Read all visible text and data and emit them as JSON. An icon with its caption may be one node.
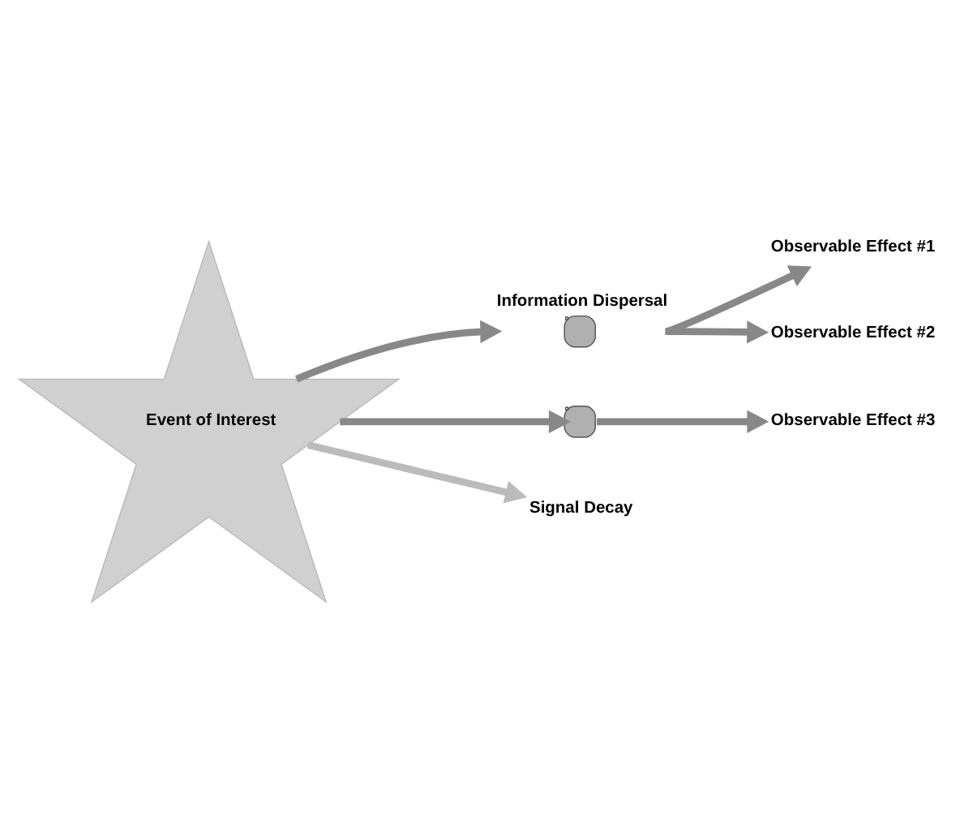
{
  "diagram": {
    "nodes": [
      {
        "text": [
          "Event of Interest"
        ]
      },
      {
        "text": [
          "Information Dispersal"
        ]
      },
      {
        "text": [],
        "shape": "circle"
      },
      {
        "text": [
          "Observable Effect #1"
        ]
      },
      {
        "text": [
          "Observable Effect #2"
        ]
      },
      {
        "text": [
          "Observable Effect #3"
        ]
      },
      {
        "text": [
          "Signal Decay"
        ]
      }
    ],
    "edges": [
      {
        "from": 0,
        "to": 1,
        "arrow": "to"
      },
      {
        "from": 0,
        "to": 6,
        "arrow": "to",
        "color": "#bbbbbb"
      },
      {
        "from": 0,
        "to": 2,
        "arrow": "to"
      },
      {
        "from": 1,
        "to": 3,
        "arrow": "to"
      },
      {
        "from": 1,
        "to": 4,
        "arrow": "to"
      },
      {
        "from": 2,
        "to": 5,
        "arrow": "to"
      }
    ]
  }
}
